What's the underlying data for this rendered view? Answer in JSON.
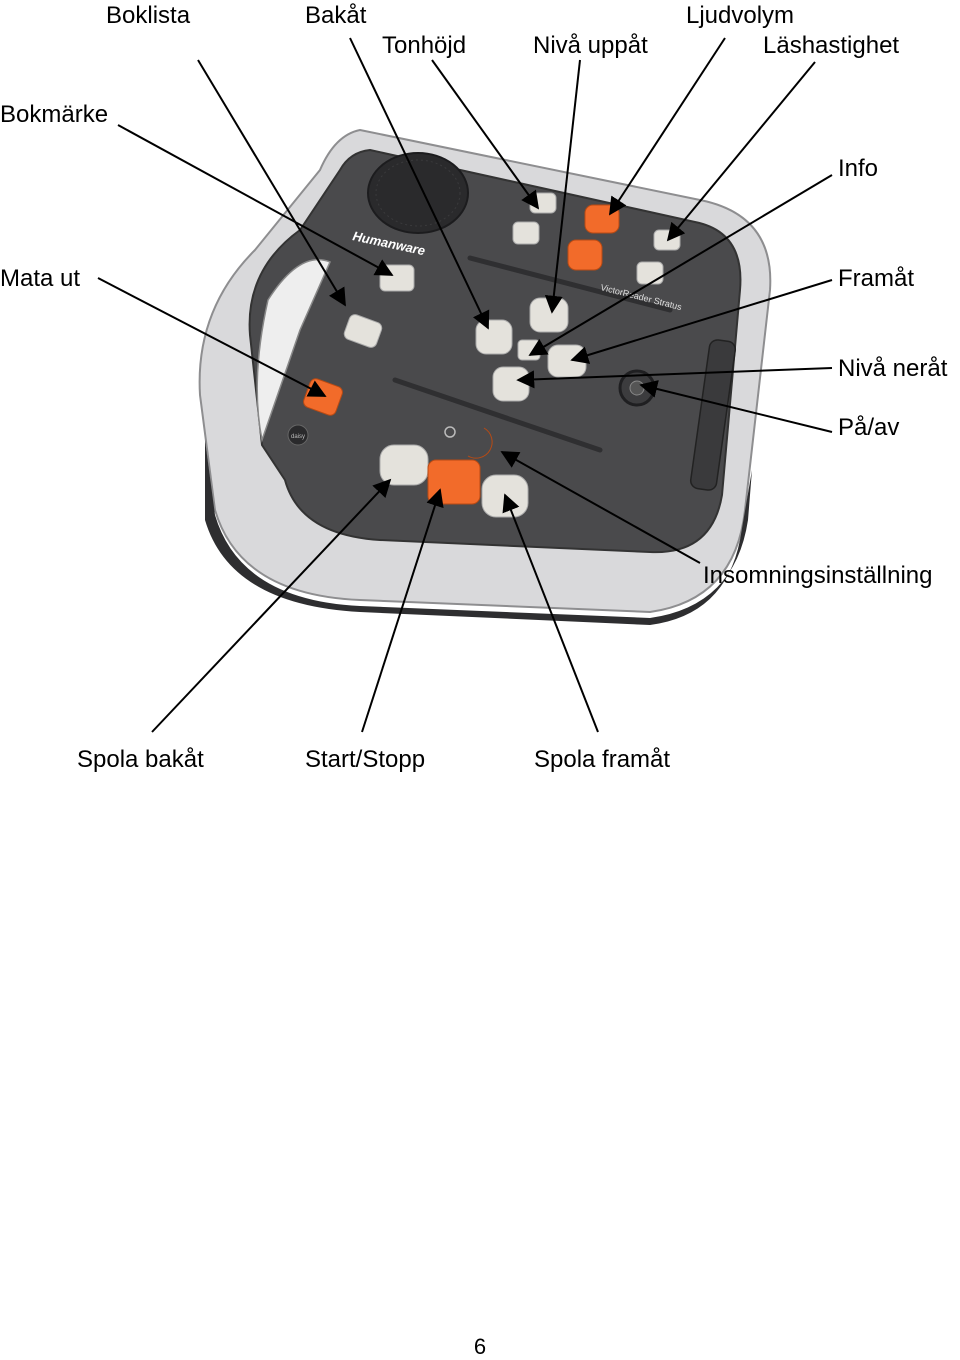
{
  "callouts": {
    "boklista": "Boklista",
    "bakat": "Bakåt",
    "ljudvolym": "Ljudvolym",
    "tonhojd": "Tonhöjd",
    "niva_uppat": "Nivå uppåt",
    "lashastighet": "Läshastighet",
    "bokmarke": "Bokmärke",
    "info": "Info",
    "mata_ut": "Mata ut",
    "framat": "Framåt",
    "niva_nerat": "Nivå neråt",
    "pa_av": "På/av",
    "insomning": "Insomningsinställning",
    "spola_bakat": "Spola bakåt",
    "start_stopp": "Start/Stopp",
    "spola_framat": "Spola framåt"
  },
  "device": {
    "brand": "Humanware",
    "model": "VictorReader Stratus",
    "logo_badge": "daisy"
  },
  "colors": {
    "accent_orange": "#f26b2a",
    "body_dark": "#4a4a4c",
    "frame_silver": "#cfcfd1",
    "button_cream": "#e4e2dc"
  },
  "page_number": "6"
}
